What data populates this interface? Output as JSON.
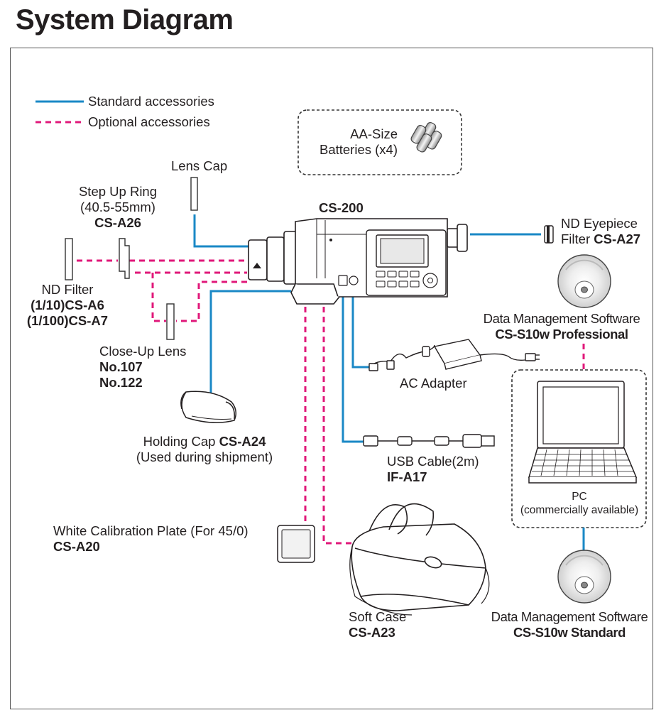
{
  "title": "System Diagram",
  "colors": {
    "standard": "#1a88c6",
    "optional": "#e0187a"
  },
  "legend": {
    "standard": "Standard accessories",
    "optional": "Optional accessories"
  },
  "main_unit": "CS-200",
  "items": {
    "batteries": {
      "line1": "AA-Size",
      "line2": "Batteries (x4)"
    },
    "lens_cap": {
      "name": "Lens Cap"
    },
    "step_up_ring": {
      "line1": "Step Up Ring",
      "line2": "(40.5-55mm)",
      "model": "CS-A26"
    },
    "nd_filter": {
      "name": "ND Filter",
      "model1": "(1/10)CS-A6",
      "model2": "(1/100)CS-A7"
    },
    "close_up_lens": {
      "name": "Close-Up Lens",
      "model1": "No.107",
      "model2": "No.122"
    },
    "holding_cap": {
      "name": "Holding Cap ",
      "model": "CS-A24",
      "note": "(Used during shipment)"
    },
    "white_plate": {
      "name": "White Calibration Plate (For 45/0)",
      "model": "CS-A20"
    },
    "nd_eyepiece": {
      "line1": "ND Eyepiece",
      "line2": "Filter ",
      "model": "CS-A27"
    },
    "dms_pro": {
      "name": "Data Management Software",
      "model": "CS-S10w Professional"
    },
    "ac_adapter": {
      "name": "AC Adapter"
    },
    "usb_cable": {
      "name": "USB Cable(2m)",
      "model": "IF-A17"
    },
    "pc": {
      "name": "PC",
      "note": "(commercially available)"
    },
    "soft_case": {
      "name": "Soft Case",
      "model": "CS-A23"
    },
    "dms_std": {
      "name": "Data Management Software",
      "model": "CS-S10w Standard"
    }
  }
}
